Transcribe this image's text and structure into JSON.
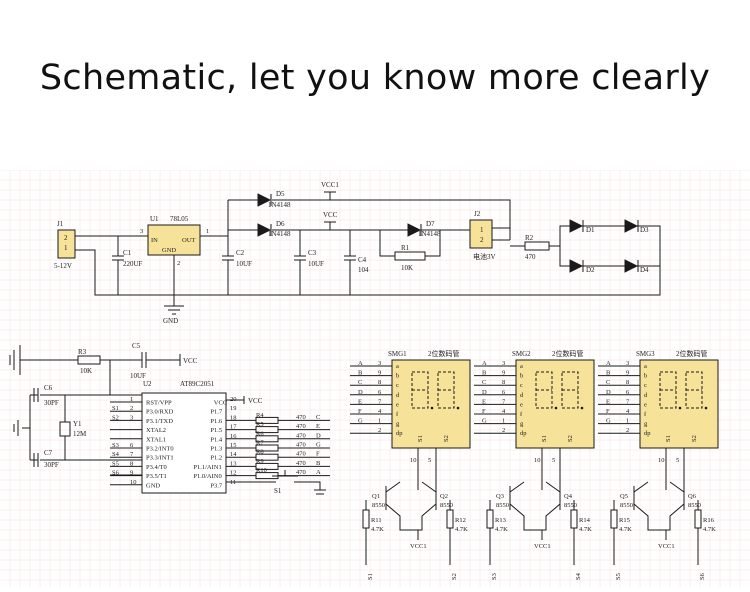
{
  "headline": "Schematic, let you know more clearly",
  "colors": {
    "background": "#ffffff",
    "grid": "#f2c9c9",
    "wire": "#1a1a1a",
    "part_fill": "#f7e29a",
    "text": "#222222"
  },
  "power": {
    "J1": "J1",
    "J1_pin2": "2",
    "J1_pin1": "1",
    "J1_value": "5-12V",
    "U1": "U1",
    "U1_model": "78L05",
    "U1_in": "IN",
    "U1_out": "OUT",
    "U1_gnd": "GND",
    "U1_pin3": "3",
    "U1_pin1": "1",
    "U1_pin2": "2",
    "C1": "C1",
    "C1_value": "220UF",
    "C2": "C2",
    "C2_value": "10UF",
    "C3": "C3",
    "C3_value": "10UF",
    "C4": "C4",
    "C4_value": "104",
    "D5": "D5",
    "D5_value": "1N4148",
    "D6": "D6",
    "D6_value": "1N4148",
    "D7": "D7",
    "D7_value": "1N4148",
    "R1": "R1",
    "R1_value": "10K",
    "R2": "R2",
    "R2_value": "470",
    "J2": "J2",
    "J2_pin1": "1",
    "J2_pin2": "2",
    "J2_value": "电池3V",
    "vcc1": "VCC1",
    "vcc": "VCC",
    "gnd": "GND",
    "D1": "D1",
    "D2": "D2",
    "D3": "D3",
    "D4": "D4"
  },
  "mcu": {
    "R3": "R3",
    "R3_value": "10K",
    "C5": "C5",
    "C5_value": "10UF",
    "vcc": "VCC",
    "U2": "U2",
    "U2_model": "AT89C2051",
    "C6": "C6",
    "C6_value": "30PF",
    "C7": "C7",
    "C7_value": "30PF",
    "Y1": "Y1",
    "Y1_value": "12M",
    "S1": "S1",
    "left_pin_nums": [
      "1",
      "2",
      "3",
      "",
      "",
      "6",
      "7",
      "8",
      "9",
      "10"
    ],
    "left_pin_labels": [
      "RST/VPP",
      "P3.0/RXD",
      "P3.1/TXD",
      "XTAL2",
      "XTAL1",
      "P3.2/INT0",
      "P3.3/INT1",
      "P3.4/T0",
      "P3.5/T1",
      "GND"
    ],
    "left_nets": [
      "",
      "S1",
      "S2",
      "",
      "",
      "S3",
      "S4",
      "S5",
      "S6",
      ""
    ],
    "right_pin_nums": [
      "20",
      "19",
      "18",
      "17",
      "16",
      "15",
      "14",
      "13",
      "12",
      "11"
    ],
    "right_pin_labels": [
      "VCC",
      "P1.7",
      "P1.6",
      "P1.5",
      "P1.4",
      "P1.3",
      "P1.2",
      "P1.1/AIN1",
      "P1.0/AIN0",
      "P3.7"
    ],
    "resistors": [
      {
        "ref": "R4",
        "value": "470",
        "net": "C"
      },
      {
        "ref": "R5",
        "value": "470",
        "net": "E"
      },
      {
        "ref": "R6",
        "value": "470",
        "net": "D"
      },
      {
        "ref": "R7",
        "value": "470",
        "net": "G"
      },
      {
        "ref": "R8",
        "value": "470",
        "net": "F"
      },
      {
        "ref": "R9",
        "value": "470",
        "net": "B"
      },
      {
        "ref": "R10",
        "value": "470",
        "net": "A"
      }
    ]
  },
  "displays": {
    "title": "2位数码管",
    "refs": [
      "SMG1",
      "SMG2",
      "SMG3"
    ],
    "nets": [
      "A",
      "B",
      "C",
      "D",
      "E",
      "F",
      "G"
    ],
    "pins": [
      "3",
      "9",
      "8",
      "6",
      "7",
      "4",
      "1",
      "2"
    ],
    "segs": [
      "a",
      "b",
      "c",
      "d",
      "e",
      "f",
      "g",
      "dp"
    ],
    "digits": [
      "S1",
      "S2"
    ],
    "bottom_pins": [
      "10",
      "5"
    ]
  },
  "drivers": [
    {
      "q_left": "Q1",
      "q_right": "Q2",
      "model": "8550",
      "r_left": "R11",
      "r_right": "R12",
      "r_value": "4.7K",
      "net_left": "S1",
      "net_right": "S2",
      "vcc": "VCC1"
    },
    {
      "q_left": "Q3",
      "q_right": "Q4",
      "model": "8550",
      "r_left": "R13",
      "r_right": "R14",
      "r_value": "4.7K",
      "net_left": "S3",
      "net_right": "S4",
      "vcc": "VCC1"
    },
    {
      "q_left": "Q5",
      "q_right": "Q6",
      "model": "8550",
      "r_left": "R15",
      "r_right": "R16",
      "r_value": "4.7K",
      "net_left": "S5",
      "net_right": "S6",
      "vcc": "VCC1"
    }
  ]
}
